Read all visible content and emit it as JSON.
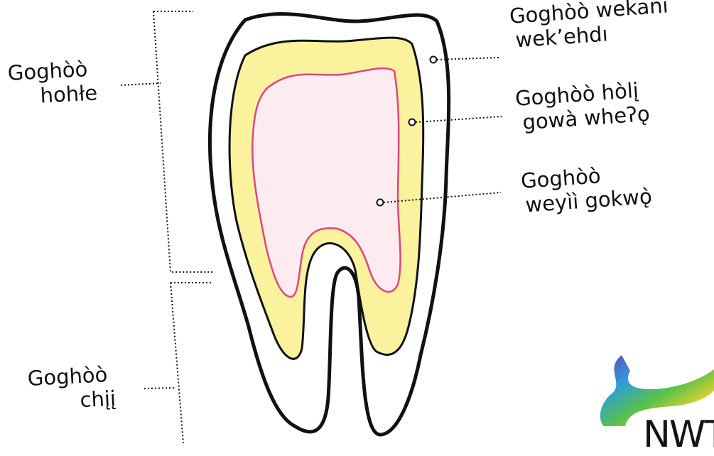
{
  "colors": {
    "outline": "#111111",
    "enamel": "#ffffff",
    "dentin": "#fbf29e",
    "pulp_fill": "#fcecef",
    "pulp_outline": "#e0457f",
    "leader": "#111111"
  },
  "labels": {
    "crown": [
      "Goghòò",
      "hohłe"
    ],
    "root": [
      "Goghòò",
      "chįį"
    ],
    "enamel": [
      "Goghòò wekanı",
      "wek’ehdı"
    ],
    "dentin": [
      "Goghòò hòlį",
      "gowà wheʔǫ"
    ],
    "pulp": [
      "Goghòò",
      "weyìì gokwǫ̀"
    ]
  },
  "logo": {
    "text": "NWTV"
  }
}
